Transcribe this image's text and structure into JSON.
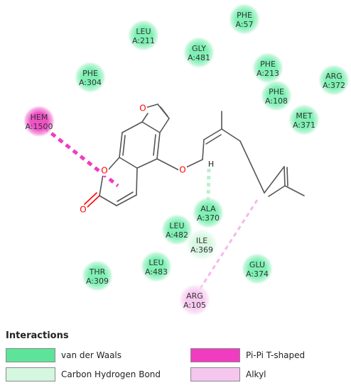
{
  "interaction_colors": {
    "van_der_waals": "#5ee39a",
    "carbon_hydrogen_bond": "#d5f6df",
    "pi_pi_t_shaped": "#f03cc0",
    "alkyl": "#f5c6ee"
  },
  "residues": [
    {
      "id": "phe57",
      "name": "PHE",
      "num": "A:57",
      "type": "van_der_waals"
    },
    {
      "id": "leu211",
      "name": "LEU",
      "num": "A:211",
      "type": "van_der_waals"
    },
    {
      "id": "gly481",
      "name": "GLY",
      "num": "A:481",
      "type": "van_der_waals"
    },
    {
      "id": "phe213",
      "name": "PHE",
      "num": "A:213",
      "type": "van_der_waals"
    },
    {
      "id": "arg372",
      "name": "ARG",
      "num": "A:372",
      "type": "van_der_waals"
    },
    {
      "id": "phe304",
      "name": "PHE",
      "num": "A:304",
      "type": "van_der_waals"
    },
    {
      "id": "phe108",
      "name": "PHE",
      "num": "A:108",
      "type": "van_der_waals"
    },
    {
      "id": "met371",
      "name": "MET",
      "num": "A:371",
      "type": "van_der_waals"
    },
    {
      "id": "hem1500",
      "name": "HEM",
      "num": "A:1500",
      "type": "pi_pi_t_shaped"
    },
    {
      "id": "ala370",
      "name": "ALA",
      "num": "A:370",
      "type": "van_der_waals"
    },
    {
      "id": "leu482",
      "name": "LEU",
      "num": "A:482",
      "type": "van_der_waals"
    },
    {
      "id": "ile369",
      "name": "ILE",
      "num": "A:369",
      "type": "carbon_hydrogen_bond"
    },
    {
      "id": "leu483",
      "name": "LEU",
      "num": "A:483",
      "type": "van_der_waals"
    },
    {
      "id": "glu374",
      "name": "GLU",
      "num": "A:374",
      "type": "van_der_waals"
    },
    {
      "id": "thr309",
      "name": "THR",
      "num": "A:309",
      "type": "van_der_waals"
    },
    {
      "id": "arg105",
      "name": "ARG",
      "num": "A:105",
      "type": "alkyl"
    }
  ],
  "ligand_atoms": {
    "furan_o": "O",
    "lactone_o": "O",
    "carbonyl_o": "O",
    "ether_o": "O",
    "hydrogen": "H"
  },
  "legend": {
    "title": "Interactions",
    "items": [
      {
        "label": "van der Waals",
        "type": "van_der_waals"
      },
      {
        "label": "Carbon Hydrogen Bond",
        "type": "carbon_hydrogen_bond"
      },
      {
        "label": "Pi-Pi T-shaped",
        "type": "pi_pi_t_shaped"
      },
      {
        "label": "Alkyl",
        "type": "alkyl"
      }
    ]
  }
}
